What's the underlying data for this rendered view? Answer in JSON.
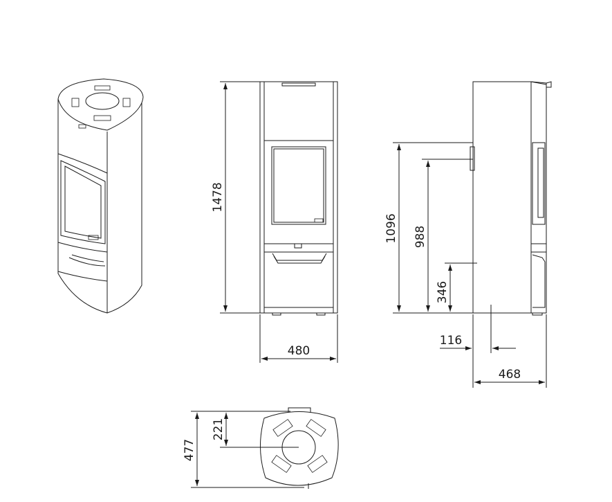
{
  "dimensions": {
    "front_height": "1478",
    "front_width": "480",
    "side_height_total": "1096",
    "side_height_upper": "988",
    "side_height_lower": "346",
    "side_offset": "116",
    "side_depth": "468",
    "top_depth": "477",
    "top_center_offset": "221"
  },
  "colors": {
    "line": "#1a1a1a",
    "background": "#ffffff"
  }
}
